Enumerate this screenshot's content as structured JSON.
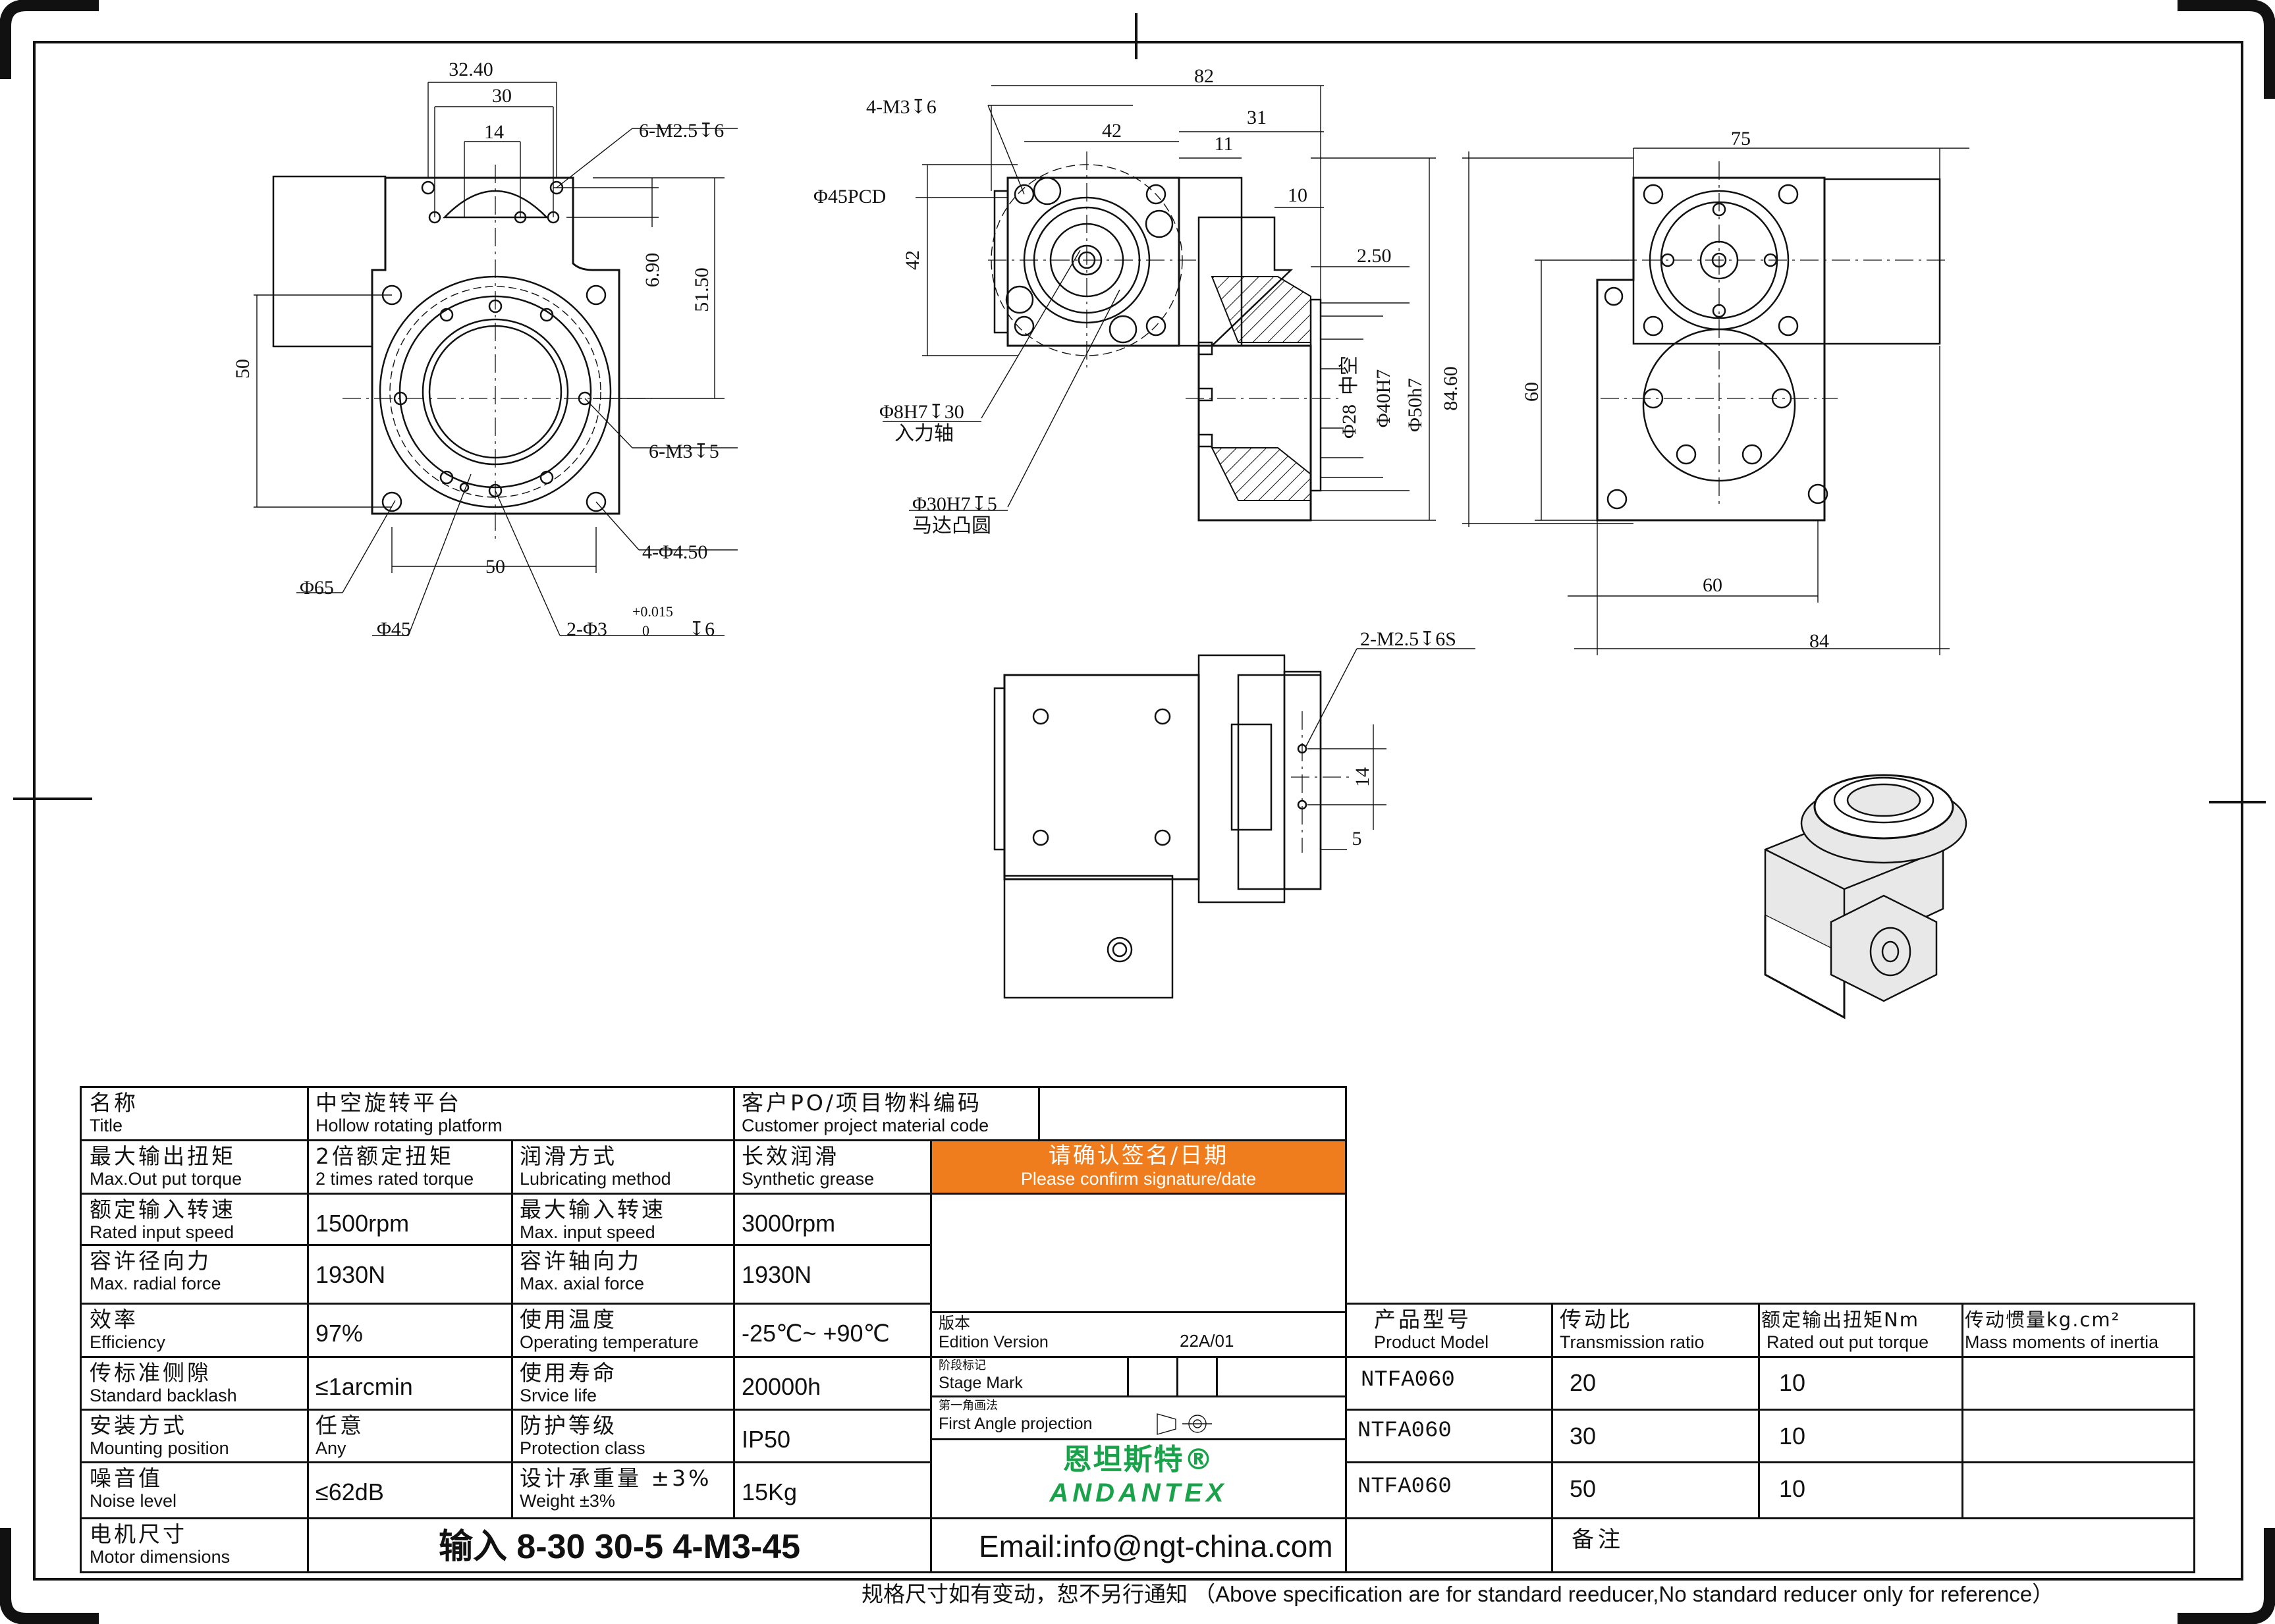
{
  "drawing": {
    "dims": {
      "d32_40": "32.40",
      "d30": "30",
      "d14": "14",
      "m6_m25": "6-M2.5↧6",
      "d6_90": "6.90",
      "d51_50": "51.50",
      "d50_left": "50",
      "m6_m3": "6-M3↧5",
      "d4_450": "4-Φ4.50",
      "d50_bottom": "50",
      "phi65": "Φ65",
      "phi45": "Φ45",
      "pin2": "2-Φ3",
      "pin_tol_up": "+0.015",
      "pin_tol_low": "0",
      "pin_depth": "↧6",
      "m4_m3": "4-M3↧6",
      "d82": "82",
      "d42_top": "42",
      "d31": "31",
      "d11": "11",
      "d10": "10",
      "pcd": "Φ45PCD",
      "d42_side": "42",
      "d2_50": "2.50",
      "phi8": "Φ8H7↧30",
      "input_shaft": "入力轴",
      "phi30": "Φ30H7↧5",
      "motor_boss": "马达凸圆",
      "phi28": "Φ28",
      "hollow": "中空",
      "phi40": "Φ40H7",
      "phi50": "Φ50h7",
      "d84_60": "84.60",
      "d75": "75",
      "d60_v": "60",
      "d60_h": "60",
      "d84": "84",
      "m2_m25": "2-M2.5↧6S",
      "d14_v": "14",
      "d5": "5"
    }
  },
  "title_block": {
    "title_zh": "名称",
    "title_en": "Title",
    "title_val_zh": "中空旋转平台",
    "title_val_en": "Hollow rotating platform",
    "cust_zh": "客户PO/项目物料编码",
    "cust_en": "Customer project material code",
    "rows": [
      {
        "l_zh": "最大输出扭矩",
        "l_en": "Max.Out put torque",
        "v1_zh": "2倍额定扭矩",
        "v1_en": "2 times rated torque",
        "m_zh": "润滑方式",
        "m_en": "Lubricating method",
        "v2_zh": "长效润滑",
        "v2_en": "Synthetic grease"
      },
      {
        "l_zh": "额定输入转速",
        "l_en": "Rated input speed",
        "v1": "1500rpm",
        "m_zh": "最大输入转速",
        "m_en": "Max. input speed",
        "v2": "3000rpm"
      },
      {
        "l_zh": "容许径向力",
        "l_en": "Max. radial force",
        "v1": "1930N",
        "m_zh": "容许轴向力",
        "m_en": "Max. axial force",
        "v2": "1930N"
      },
      {
        "l_zh": "效率",
        "l_en": "Efficiency",
        "v1": "97%",
        "m_zh": "使用温度",
        "m_en": "Operating temperature",
        "v2": "-25℃~ +90℃"
      },
      {
        "l_zh": "传标准侧隙",
        "l_en": "Standard backlash",
        "v1": "≤1arcmin",
        "m_zh": "使用寿命",
        "m_en": "Srvice life",
        "v2": "20000h"
      },
      {
        "l_zh": "安装方式",
        "l_en": "Mounting position",
        "v1_zh": "任意",
        "v1_en": "Any",
        "m_zh": "防护等级",
        "m_en": "Protection class",
        "v2": "IP50"
      },
      {
        "l_zh": "噪音值",
        "l_en": "Noise level",
        "v1": "≤62dB",
        "m_zh": "设计承重量 ±3%",
        "m_en": "Weight ±3%",
        "v2": "15Kg"
      }
    ],
    "motor_zh": "电机尺寸",
    "motor_en": "Motor dimensions",
    "motor_val": "输入 8-30 30-5 4-M3-45",
    "confirm_zh": "请确认签名/日期",
    "confirm_en": "Please confirm signature/date",
    "edition_zh": "版本",
    "edition_en": "Edition Version",
    "edition_val": "22A/01",
    "stage_zh": "阶段标记",
    "stage_en": "Stage Mark",
    "proj_zh": "第一角画法",
    "proj_en": "First Angle projection",
    "logo_zh": "恩坦斯特®",
    "logo_en": "ANDANTEX",
    "email": "Email:info@ngt-china.com",
    "spec_headers": [
      {
        "zh": "产品型号",
        "en": "Product Model"
      },
      {
        "zh": "传动比",
        "en": "Transmission ratio"
      },
      {
        "zh": "额定输出扭矩Nm",
        "en": "Rated out put torque"
      },
      {
        "zh": "传动惯量kg.cm²",
        "en": "Mass moments of inertia"
      }
    ],
    "spec_rows": [
      {
        "model": "NTFA060",
        "ratio": "20",
        "torque": "10",
        "inertia": ""
      },
      {
        "model": "NTFA060",
        "ratio": "30",
        "torque": "10",
        "inertia": ""
      },
      {
        "model": "NTFA060",
        "ratio": "50",
        "torque": "10",
        "inertia": ""
      }
    ],
    "remark_zh": "备注",
    "footer": "规格尺寸如有变动，恕不另行通知 （Above specification are for standard reeducer,No standard reducer only for reference）"
  }
}
